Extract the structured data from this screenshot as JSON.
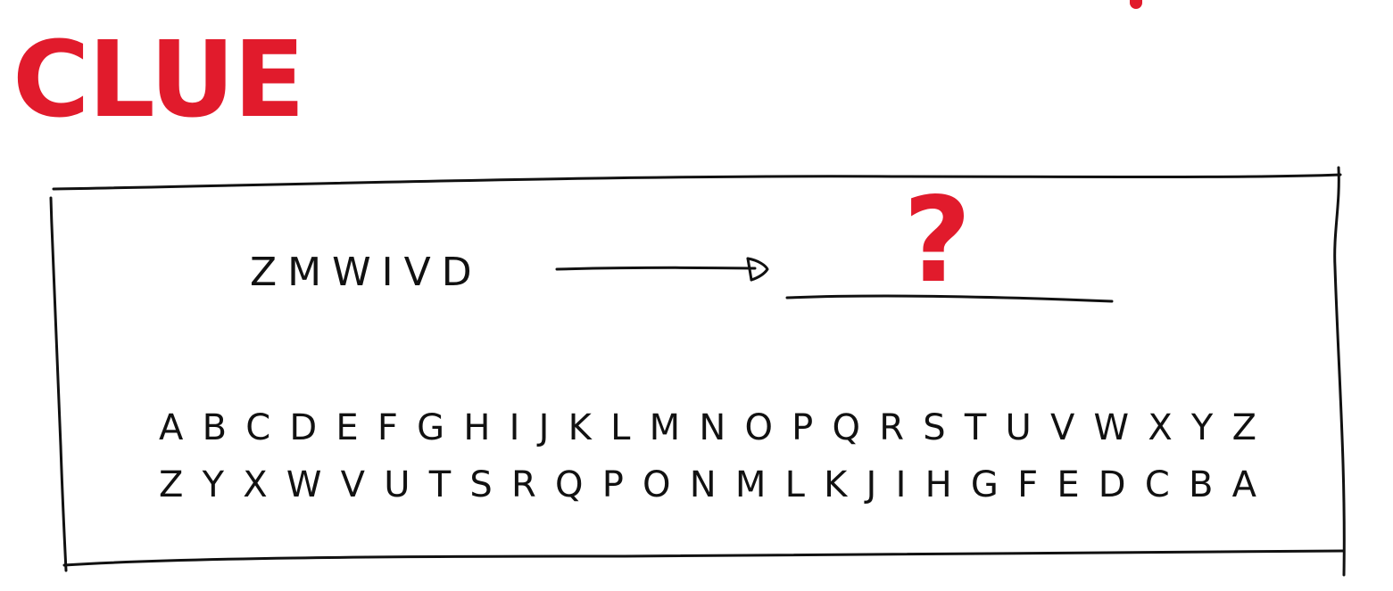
{
  "title": "CLUE",
  "cipher_text": "ZMWIVD",
  "answer_placeholder": "?",
  "key": {
    "plain_alphabet": "A B C D E F G H I J K L M N O P Q R S T U V W X Y Z",
    "reversed_alphabet": "Z Y X W V U T S R Q P O N M L K J I H G F E D C B A"
  },
  "colors": {
    "accent_red": "#e11b2c",
    "ink": "#111111",
    "background": "#ffffff"
  },
  "icons": {
    "arrow": "right-arrow-icon"
  }
}
